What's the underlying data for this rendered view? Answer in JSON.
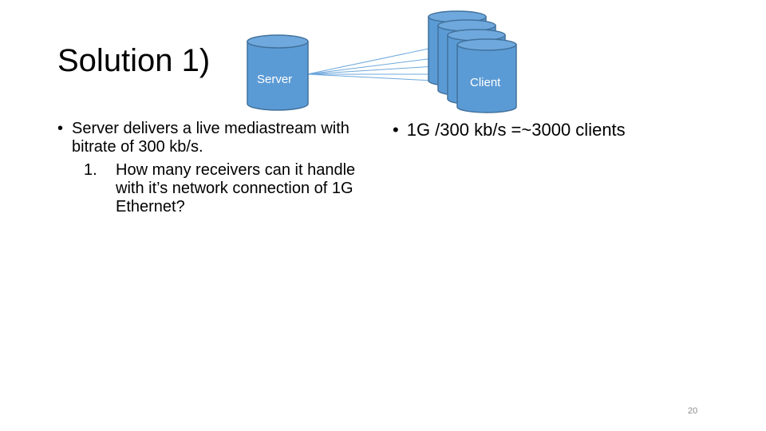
{
  "slide": {
    "title": "Solution 1)",
    "page_number": "20"
  },
  "diagram": {
    "server_label": "Server",
    "client_label": "Client",
    "colors": {
      "cylinder_fill": "#5b9bd5",
      "cylinder_top": "#6fa8dc",
      "cylinder_stroke": "#41719c",
      "line_color": "#6fa8dc"
    }
  },
  "left_bullets": {
    "main": "Server delivers a live mediastream with bitrate of 300 kb/s.",
    "sub_number": "1.",
    "sub_text": "How many receivers can it handle with it’s network connection of 1G Ethernet?"
  },
  "right_bullets": {
    "main": "1G /300 kb/s =~3000 clients"
  }
}
